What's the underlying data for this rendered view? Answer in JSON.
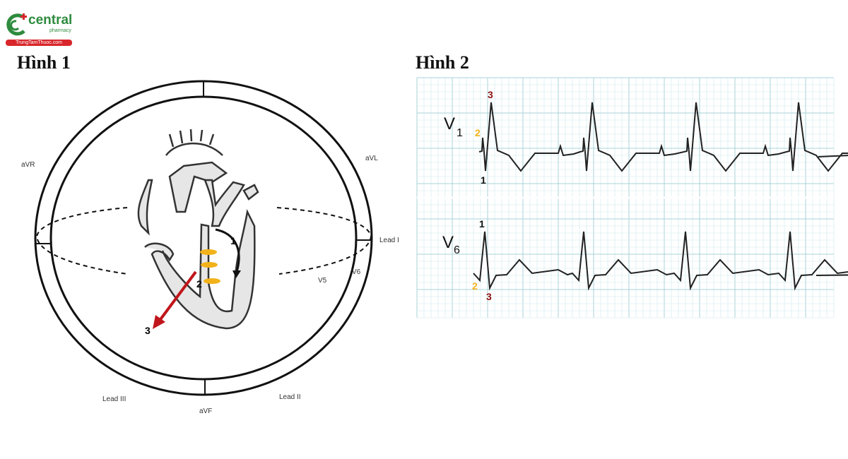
{
  "logo": {
    "brand": "central",
    "sub": "pharmacy",
    "url": "TrungTamThuoc.com"
  },
  "figure1": {
    "title": "Hình 1",
    "leads": {
      "avr": "aVR",
      "avl": "aVL",
      "lead1": "Lead I",
      "v6": "V6",
      "v5": "V5",
      "lead3": "Lead III",
      "avf": "aVF",
      "lead2": "Lead II"
    },
    "markers": {
      "m1": "1",
      "m2": "2",
      "m3": "3"
    }
  },
  "figure2": {
    "title": "Hình 2",
    "v1": {
      "letter": "V",
      "sub": "1",
      "m1": "1",
      "m2": "2",
      "m3": "3"
    },
    "v6": {
      "letter": "V",
      "sub": "6",
      "m1": "1",
      "m2": "2",
      "m3": "3"
    }
  },
  "colors": {
    "grid_minor": "#cfe8ec",
    "grid_major": "#a9d3da",
    "red": "#c0161b",
    "yellow": "#f2b21a",
    "dark_red": "#8b1010"
  }
}
